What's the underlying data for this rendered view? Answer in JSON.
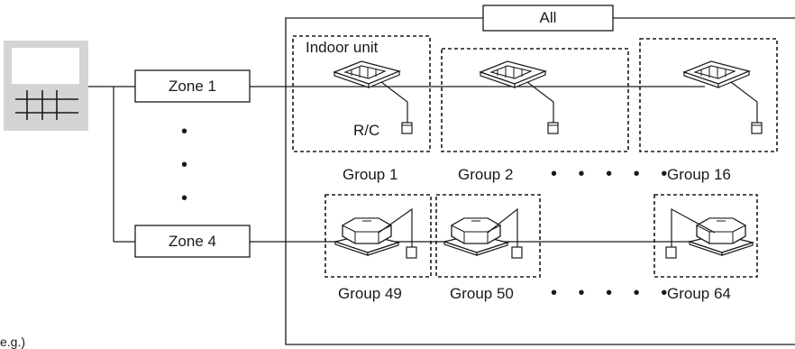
{
  "diagram": {
    "all_label": "All",
    "zones": [
      "Zone 1",
      "Zone 4"
    ],
    "indoor_unit_label": "Indoor unit",
    "rc_label": "R/C",
    "groups_top": [
      "Group 1",
      "Group 2",
      "Group 16"
    ],
    "groups_bottom": [
      "Group 49",
      "Group 50",
      "Group 64"
    ],
    "ellipsis_horizontal": "• • • • •",
    "ellipsis_vertical": [
      "•",
      "•",
      "•"
    ],
    "footer_fragment": "e.g.)"
  },
  "colors": {
    "line": "#1a1a1a",
    "controller_body": "#d4d4d4",
    "controller_screen": "#ffffff"
  },
  "icons": {
    "controller": "central-remote-controller-icon",
    "ceiling_cassette": "ceiling-cassette-indoor-unit-icon",
    "floor_unit": "floor-standing-indoor-unit-icon",
    "remote": "wired-remote-controller-icon"
  }
}
